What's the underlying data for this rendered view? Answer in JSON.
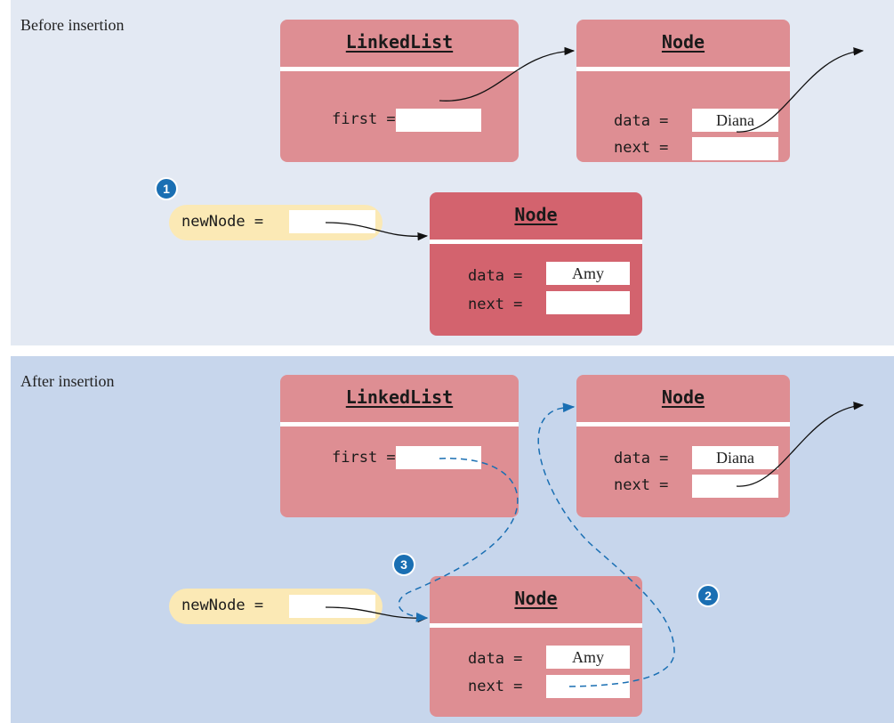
{
  "before": {
    "caption": "Before insertion",
    "linked_list": {
      "title": "LinkedList",
      "first_label": "first ="
    },
    "node_diana": {
      "title": "Node",
      "data_label": "data =",
      "data_value": "Diana",
      "next_label": "next ="
    },
    "new_node_var": {
      "label": "newNode ="
    },
    "node_amy": {
      "title": "Node",
      "data_label": "data =",
      "data_value": "Amy",
      "next_label": "next ="
    },
    "step_badge": "1"
  },
  "after": {
    "caption": "After insertion",
    "linked_list": {
      "title": "LinkedList",
      "first_label": "first ="
    },
    "node_diana": {
      "title": "Node",
      "data_label": "data =",
      "data_value": "Diana",
      "next_label": "next ="
    },
    "new_node_var": {
      "label": "newNode ="
    },
    "node_amy": {
      "title": "Node",
      "data_label": "data =",
      "data_value": "Amy",
      "next_label": "next ="
    },
    "step_badge_2": "2",
    "step_badge_3": "3"
  },
  "colors": {
    "panel_top": "#e3e9f3",
    "panel_bottom": "#c7d6ec",
    "node_box": "#de8e93",
    "node_box_highlight": "#d3636e",
    "variable_pill": "#fbe9b5",
    "badge": "#1a6fb3",
    "dashed_link": "#1a6fb3"
  }
}
